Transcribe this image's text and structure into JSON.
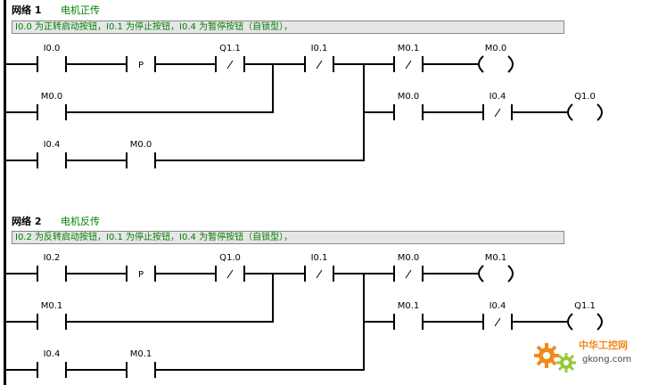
{
  "networks": [
    {
      "label": "网络 1",
      "title": "电机正传",
      "comment": "I0.0 为正转启动按钮，I0.1 为停止按钮，I0.4 为暂停按钮（自锁型），",
      "contacts": {
        "start": "I0.0",
        "pulse": "P",
        "interlock": "Q1.1",
        "stop": "I0.1",
        "coil_state": "M0.0",
        "hold": "M0.0",
        "pause_hold": "I0.4",
        "pause_state": "M0.0",
        "mid_state": "M0.1",
        "out_contact": "M0.0",
        "out_pause": "I0.4",
        "out_coil": "Q1.0"
      }
    },
    {
      "label": "网络 2",
      "title": "电机反传",
      "comment": "I0.2 为反转启动按钮，I0.1 为停止按钮，I0.4 为暂停按钮（自锁型），",
      "contacts": {
        "start": "I0.2",
        "pulse": "P",
        "interlock": "Q1.0",
        "stop": "I0.1",
        "coil_state": "M0.1",
        "hold": "M0.1",
        "pause_hold": "I0.4",
        "pause_state": "M0.1",
        "mid_state": "M0.0",
        "out_contact": "M0.1",
        "out_pause": "I0.4",
        "out_coil": "Q1.1"
      }
    }
  ],
  "watermark": {
    "name": "中华工控网",
    "url": "gkong.com"
  },
  "colors": {
    "comment_text": "#007f00",
    "comment_bg": "#e6e6e6",
    "watermark_orange": "#f08a1c",
    "watermark_green": "#9ac83c"
  }
}
